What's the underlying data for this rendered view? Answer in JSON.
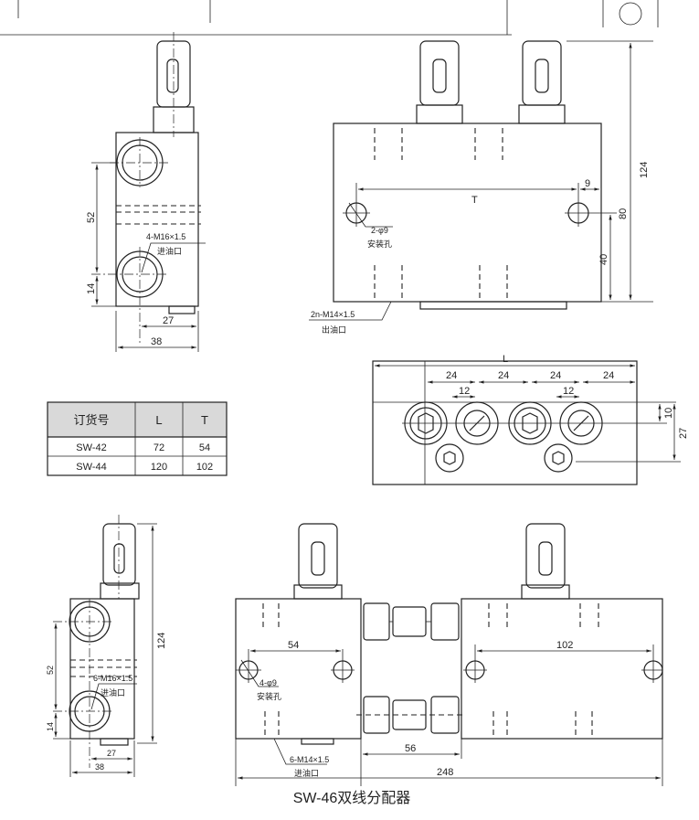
{
  "side_view_single": {
    "port_label": "4-M16×1.5",
    "port_name": "进油口",
    "dims": {
      "spacing": "52",
      "bottom": "14",
      "offset": "27",
      "width": "38"
    }
  },
  "front_view_single": {
    "hole_label": "2-φ9",
    "hole_name": "安装孔",
    "outlet_label": "2n-M14×1.5",
    "outlet_name": "出油口",
    "dims": {
      "hole_spacing": "T",
      "edge": "9",
      "height_80": "80",
      "height_40": "40",
      "total_height": "124"
    }
  },
  "plan_view": {
    "dims": {
      "length": "L",
      "pitch": [
        "24",
        "24",
        "24",
        "24"
      ],
      "offset": [
        "12",
        "12"
      ],
      "row": "10",
      "depth": "27"
    }
  },
  "order_table": {
    "headers": [
      "订货号",
      "L",
      "T"
    ],
    "rows": [
      [
        "SW-42",
        "72",
        "54"
      ],
      [
        "SW-44",
        "120",
        "102"
      ]
    ]
  },
  "side_view_double": {
    "port_label": "6-M16×1.5",
    "port_name": "进油口",
    "dims": {
      "total_height": "124",
      "spacing": "52",
      "bottom": "14",
      "offset": "27",
      "width": "38"
    }
  },
  "front_view_double": {
    "hole_label": "4-φ9",
    "hole_name": "安装孔",
    "inlet_label": "6-M14×1.5",
    "inlet_name": "进油口",
    "dims": {
      "left_spacing": "54",
      "right_spacing": "102",
      "connector": "56",
      "total_length": "248"
    }
  },
  "caption": "SW-46双线分配器"
}
